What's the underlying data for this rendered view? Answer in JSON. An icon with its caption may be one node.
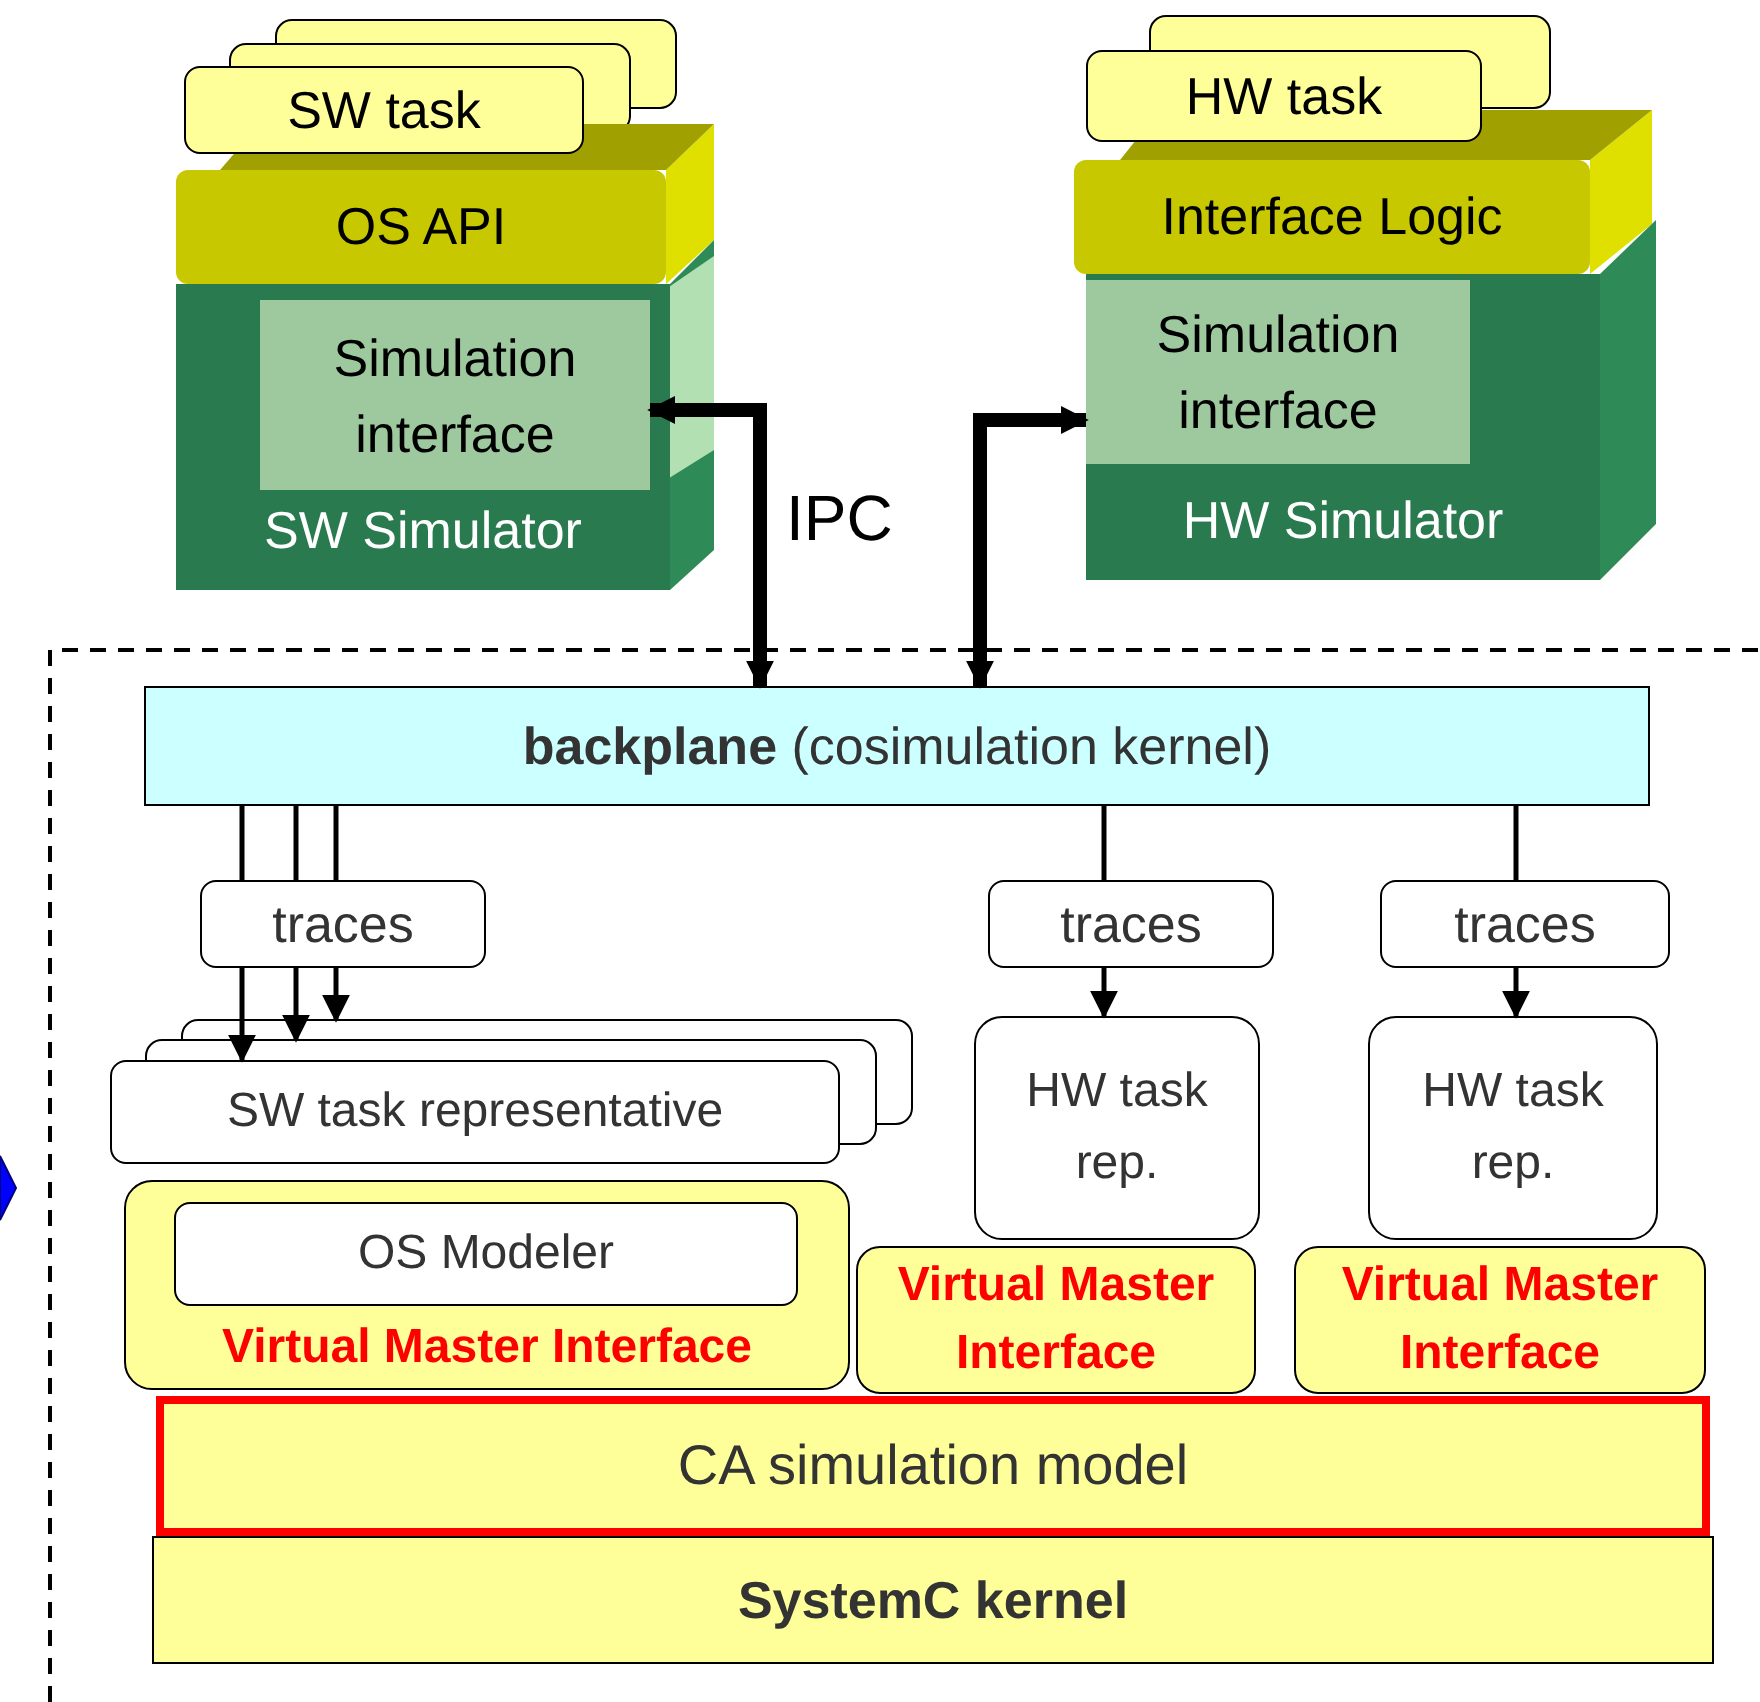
{
  "diagram": {
    "nodes": [
      {
        "text": [
          "SW task"
        ]
      },
      {
        "text": [
          "OS API"
        ]
      },
      {
        "text": [
          "SW Simulator"
        ]
      },
      {
        "text": [
          "Simulation interface"
        ],
        "in": 2
      },
      {
        "text": [
          "HW task"
        ]
      },
      {
        "text": [
          "Interface Logic"
        ]
      },
      {
        "text": [
          "HW Simulator"
        ]
      },
      {
        "text": [
          "Simulation interface"
        ],
        "in": 6
      },
      {
        "text": [
          "**backplane** (cosimulation kernel)"
        ]
      },
      {
        "text": [
          "traces"
        ]
      },
      {
        "text": [
          "traces"
        ]
      },
      {
        "text": [
          "traces"
        ]
      },
      {
        "text": [
          "SW task representative"
        ]
      },
      {
        "text": [
          "HW task rep."
        ]
      },
      {
        "text": [
          "HW task rep."
        ]
      },
      {
        "text": [
          "Virtual Master Interface"
        ]
      },
      {
        "text": [
          "OS Modeler"
        ],
        "in": 15
      },
      {
        "text": [
          "Virtual Master Interface"
        ]
      },
      {
        "text": [
          "Virtual Master Interface"
        ]
      },
      {
        "text": [
          "CA simulation model"
        ]
      },
      {
        "text": [
          "SystemC kernel"
        ]
      }
    ],
    "edges": [
      {
        "from": 8,
        "to": 3,
        "arrow": "both",
        "label": "IPC",
        "style": "thick"
      },
      {
        "from": 8,
        "to": 7,
        "arrow": "both",
        "style": "thick"
      },
      {
        "from": 8,
        "to": 9,
        "arrow": "none"
      },
      {
        "from": 8,
        "to": 9,
        "arrow": "none"
      },
      {
        "from": 8,
        "to": 9,
        "arrow": "none"
      },
      {
        "from": 9,
        "to": 12,
        "arrow": "to"
      },
      {
        "from": 9,
        "to": 12,
        "arrow": "to"
      },
      {
        "from": 9,
        "to": 12,
        "arrow": "to"
      },
      {
        "from": 8,
        "to": 10,
        "arrow": "none"
      },
      {
        "from": 10,
        "to": 13,
        "arrow": "to"
      },
      {
        "from": 8,
        "to": 11,
        "arrow": "none"
      },
      {
        "from": 11,
        "to": 14,
        "arrow": "to"
      }
    ]
  }
}
